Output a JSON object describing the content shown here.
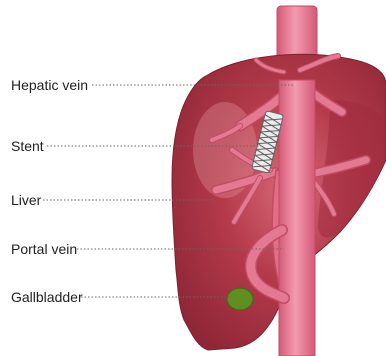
{
  "labels": {
    "hepatic_vein": "Hepatic vein",
    "stent": "Stent",
    "liver": "Liver",
    "portal_vein": "Portal vein",
    "gallbladder": "Gallbladder"
  },
  "colors": {
    "background": "#ffffff",
    "liver_fill": "#b43a4a",
    "liver_shade": "#8e2638",
    "liver_highlight": "#d4707c",
    "vein_fill": "#e06e86",
    "vein_outline": "#c24b66",
    "vein_highlight": "#f3a9b9",
    "stent_fill": "#e8e8e8",
    "stent_mesh": "#5d5d5d",
    "gallbladder": "#5f8f1e",
    "leader_line": "#666666",
    "label_text": "#222222"
  }
}
